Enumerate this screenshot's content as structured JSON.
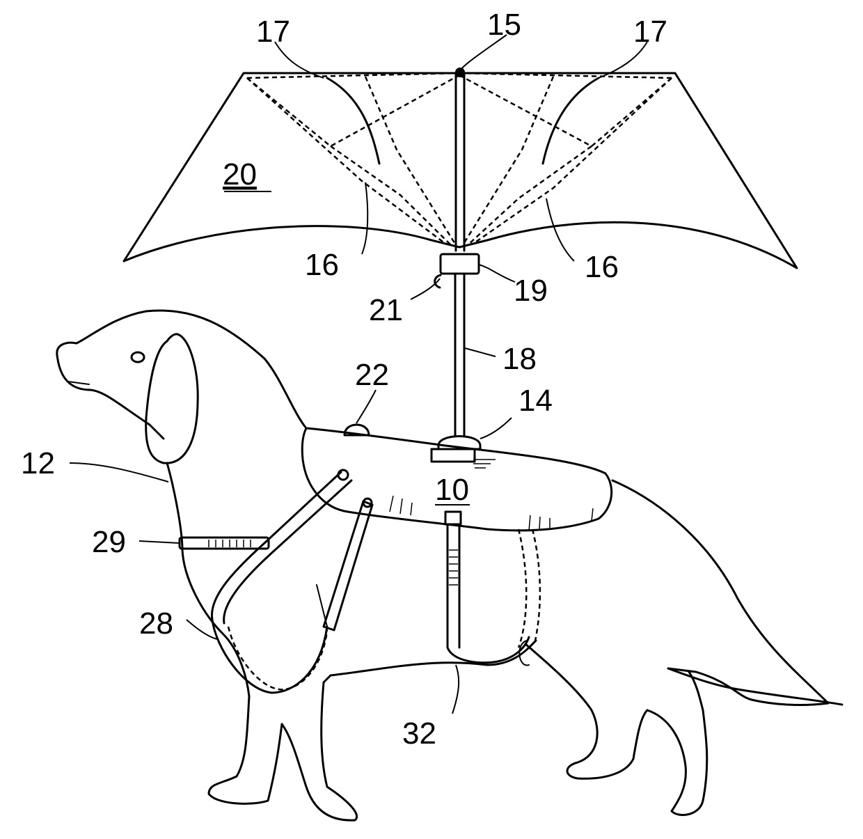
{
  "figure": {
    "reference_numerals": {
      "n15": "15",
      "n17a": "17",
      "n17b": "17",
      "n20": "20",
      "n16a": "16",
      "n16b": "16",
      "n19": "19",
      "n21": "21",
      "n18": "18",
      "n22": "22",
      "n14": "14",
      "n12": "12",
      "n10": "10",
      "n29": "29",
      "n28": "28",
      "n32": "32"
    }
  }
}
